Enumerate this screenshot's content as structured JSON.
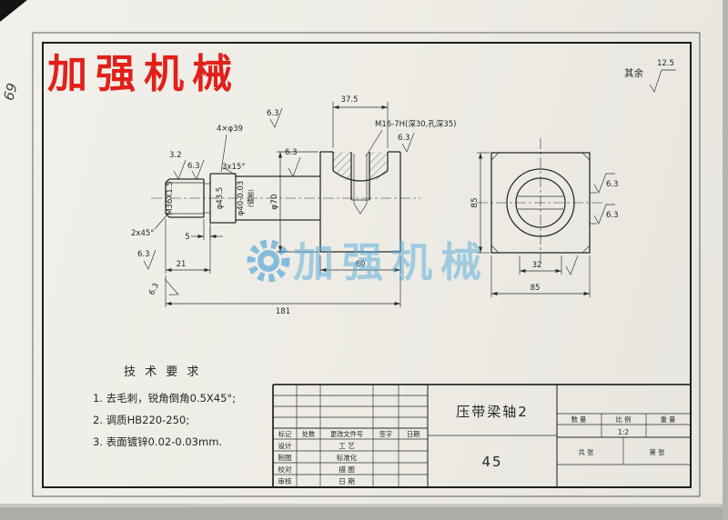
{
  "scan": {
    "handwritten_note": "69"
  },
  "brand": {
    "red_watermark": "加强机械",
    "center_watermark": "加强机械"
  },
  "general_roughness": {
    "prefix": "其余",
    "value": "12.5"
  },
  "dims": {
    "top_width": "37.5",
    "tap_hole": "M16-7H(深30,孔深35)",
    "holes": "4×φ39",
    "thread": "M36X1.5",
    "collar": "φ43.5",
    "shaft": "φ40-0.03",
    "shaft_note": "(镀前)",
    "body": "φ70",
    "chamfer": "2x45°",
    "cone": "3x15°",
    "d5": "5",
    "d21": "21",
    "d60": "60",
    "total": "181",
    "sq_h": "85",
    "sq_w": "85",
    "slot": "32",
    "r63": "6.3",
    "r32": "3.2"
  },
  "tech_req": {
    "title": "技 术 要 求",
    "line1": "1. 去毛刺，锐角倒角0.5X45°;",
    "line2": "2. 调质HB220-250;",
    "line3": "3. 表面镀锌0.02-0.03mm."
  },
  "title_block": {
    "part_name": "压带梁轴2",
    "material": "45",
    "scale_value": "1:2",
    "header": [
      "标记",
      "处数",
      "更改文件号",
      "签字",
      "日期"
    ],
    "left_rows": [
      [
        "设计",
        "工 艺"
      ],
      [
        "制图",
        "标准化"
      ],
      [
        "校对",
        "描 图"
      ],
      [
        "审核",
        "日 期"
      ]
    ],
    "qty_label": "数 量",
    "scale_label": "比 例",
    "weight_label": "重 量",
    "sheets_total": "共 张",
    "sheet_no": "第 张"
  }
}
